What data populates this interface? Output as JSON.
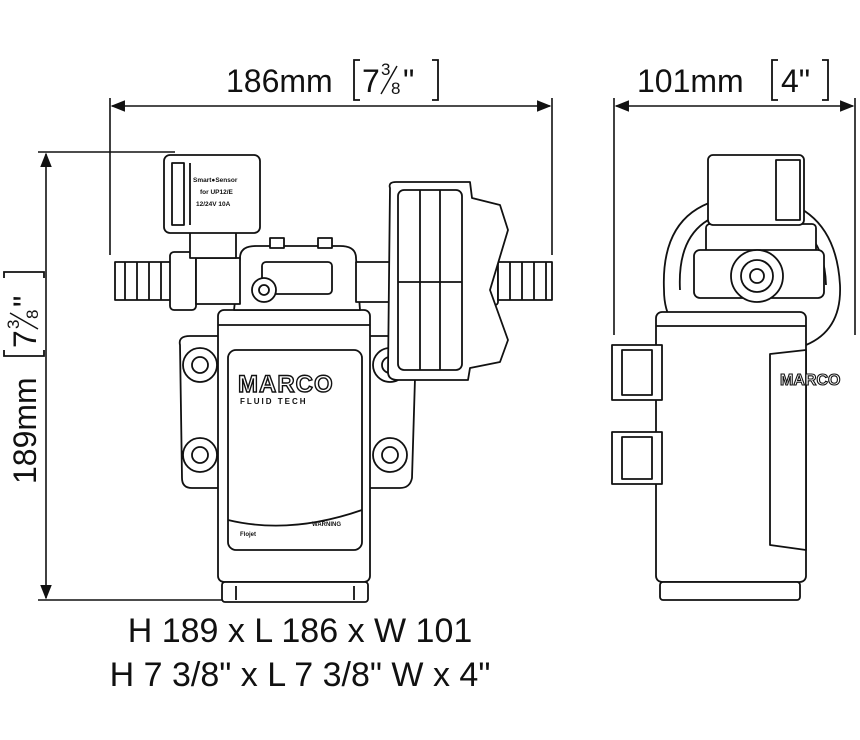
{
  "dimensions": {
    "length": {
      "metric": "186mm",
      "whole": "7",
      "num": "3",
      "den": "8",
      "suffix": "\""
    },
    "width": {
      "metric": "101mm",
      "imperial": "4\""
    },
    "height": {
      "metric": "189mm",
      "whole": "7",
      "num": "3",
      "den": "8",
      "suffix": "\""
    }
  },
  "labels": {
    "brand": "MARCO",
    "brand_sub": "FLUID TECH",
    "switch_line1": "Smart●Sensor",
    "switch_line2": "for UP12/E",
    "switch_line3": "12/24V 10A"
  },
  "caption": {
    "line1": "H 189 x L 186 x W 101",
    "line2": "H 7 3/8\" x L 7 3/8\" W x 4\""
  }
}
